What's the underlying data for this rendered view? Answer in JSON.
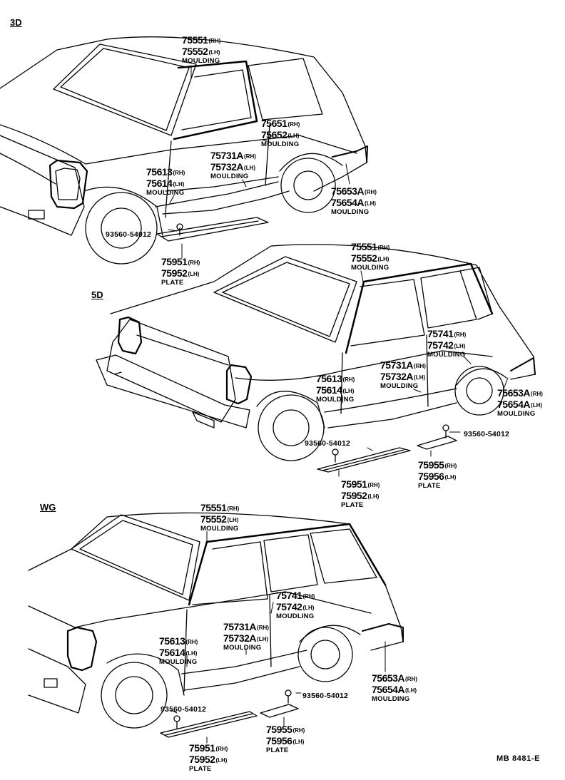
{
  "sections": {
    "s3d": "3D",
    "s5d": "5D",
    "swg": "WG"
  },
  "code": "MB 8481-E",
  "labels": {
    "d3_roof_rh": "75551",
    "d3_roof_rh_s": "(RH)",
    "d3_roof_lh": "75552",
    "d3_roof_lh_s": "(LH)",
    "d3_roof_d": "MOULDING",
    "d3_rear_rh": "75651",
    "d3_rear_rh_s": "(RH)",
    "d3_rear_lh": "75652",
    "d3_rear_lh_s": "(LH)",
    "d3_rear_d": "MOULDING",
    "d3_door_rh": "75731A",
    "d3_door_rh_s": "(RH)",
    "d3_door_lh": "75732A",
    "d3_door_lh_s": "(LH)",
    "d3_door_d": "MOULDING",
    "d3_front_rh": "75613",
    "d3_front_rh_s": "(RH)",
    "d3_front_lh": "75614",
    "d3_front_lh_s": "(LH)",
    "d3_front_d": "MOULDING",
    "d3_qtr_rh": "75653A",
    "d3_qtr_rh_s": "(RH)",
    "d3_qtr_lh": "75654A",
    "d3_qtr_lh_s": "(LH)",
    "d3_qtr_d": "MOULDING",
    "d3_screw": "93560-54012",
    "d3_plate_rh": "75951",
    "d3_plate_rh_s": "(RH)",
    "d3_plate_lh": "75952",
    "d3_plate_lh_s": "(LH)",
    "d3_plate_d": "PLATE",
    "d5_roof_rh": "75551",
    "d5_roof_rh_s": "(RH)",
    "d5_roof_lh": "75552",
    "d5_roof_lh_s": "(LH)",
    "d5_roof_d": "MOULDING",
    "d5_rdoor_rh": "75741",
    "d5_rdoor_rh_s": "(RH)",
    "d5_rdoor_lh": "75742",
    "d5_rdoor_lh_s": "(LH)",
    "d5_rdoor_d": "MOULDING",
    "d5_door_rh": "75731A",
    "d5_door_rh_s": "(RH)",
    "d5_door_lh": "75732A",
    "d5_door_lh_s": "(LH)",
    "d5_door_d": "MOULDING",
    "d5_front_rh": "75613",
    "d5_front_rh_s": "(RH)",
    "d5_front_lh": "75614",
    "d5_front_lh_s": "(LH)",
    "d5_front_d": "MOULDING",
    "d5_qtr_rh": "75653A",
    "d5_qtr_rh_s": "(RH)",
    "d5_qtr_lh": "75654A",
    "d5_qtr_lh_s": "(LH)",
    "d5_qtr_d": "MOULDING",
    "d5_screw1": "93560-54012",
    "d5_screw2": "93560-54012",
    "d5_rplate_rh": "75955",
    "d5_rplate_rh_s": "(RH)",
    "d5_rplate_lh": "75956",
    "d5_rplate_lh_s": "(LH)",
    "d5_rplate_d": "PLATE",
    "d5_plate_rh": "75951",
    "d5_plate_rh_s": "(RH)",
    "d5_plate_lh": "75952",
    "d5_plate_lh_s": "(LH)",
    "d5_plate_d": "PLATE",
    "wg_roof_rh": "75551",
    "wg_roof_rh_s": "(RH)",
    "wg_roof_lh": "75552",
    "wg_roof_lh_s": "(LH)",
    "wg_roof_d": "MOULDING",
    "wg_rdoor_rh": "75741",
    "wg_rdoor_rh_s": "(RH)",
    "wg_rdoor_lh": "75742",
    "wg_rdoor_lh_s": "(LH)",
    "wg_rdoor_d": "MOUDLING",
    "wg_door_rh": "75731A",
    "wg_door_rh_s": "(RH)",
    "wg_door_lh": "75732A",
    "wg_door_lh_s": "(LH)",
    "wg_door_d": "MOULDING",
    "wg_front_rh": "75613",
    "wg_front_rh_s": "(RH)",
    "wg_front_lh": "75614",
    "wg_front_lh_s": "(LH)",
    "wg_front_d": "MOULDING",
    "wg_qtr_rh": "75653A",
    "wg_qtr_rh_s": "(RH)",
    "wg_qtr_lh": "75654A",
    "wg_qtr_lh_s": "(LH)",
    "wg_qtr_d": "MOULDING",
    "wg_screw1": "93560-54012",
    "wg_screw2": "93560-54012",
    "wg_plate_rh": "75951",
    "wg_plate_rh_s": "(RH)",
    "wg_plate_lh": "75952",
    "wg_plate_lh_s": "(LH)",
    "wg_plate_d": "PLATE",
    "wg_rplate_rh": "75955",
    "wg_rplate_rh_s": "(RH)",
    "wg_rplate_lh": "75956",
    "wg_rplate_lh_s": "(LH)",
    "wg_rplate_d": "PLATE"
  }
}
